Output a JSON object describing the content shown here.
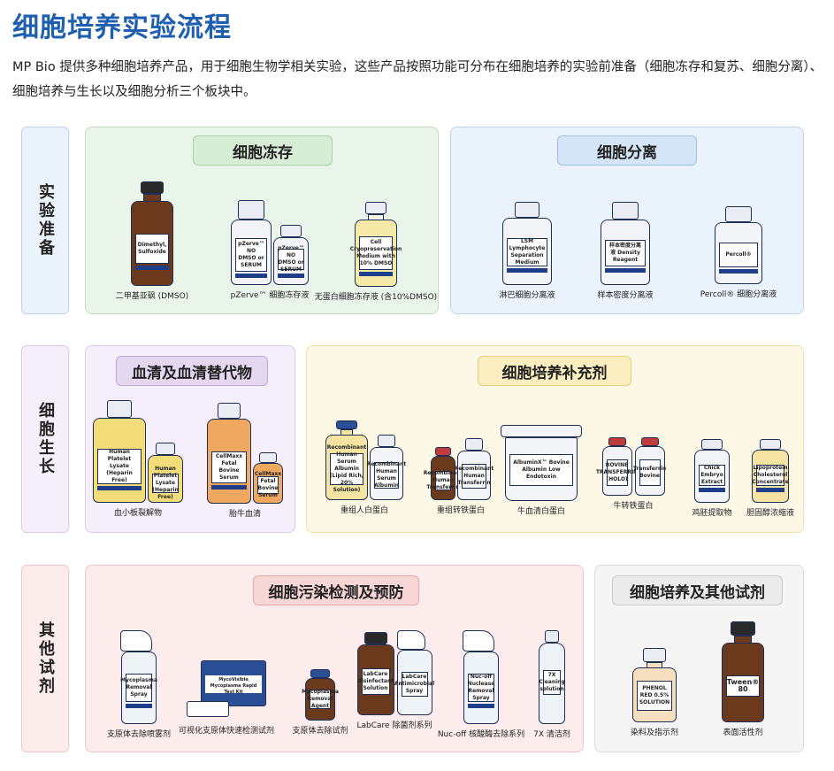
{
  "header": {
    "title": "细胞培养实验流程",
    "intro": "MP Bio 提供多种细胞培养产品，用于细胞生物学相关实验，这些产品按照功能可分布在细胞培养的实验前准备（细胞冻存和复苏、细胞分离）、细胞培养与生长以及细胞分析三个板块中。"
  },
  "rows": {
    "prep": "实验准备",
    "growth": "细胞生长",
    "other": "其他试剂"
  },
  "colors": {
    "green_bg": "#eaf5ea",
    "green_border": "#bfdcbf",
    "blue_bg": "#eaf2fb",
    "blue_border": "#bcd4ef",
    "purple_bg": "#f4effa",
    "purple_border": "#d8cbe8",
    "yellow_bg": "#fdf8e6",
    "yellow_border": "#efe1a8",
    "pink_bg": "#fcecec",
    "pink_border": "#f1c6c6",
    "gray_bg": "#f5f5f5",
    "gray_border": "#dcdcdc"
  },
  "sections": {
    "freeze": {
      "title": "细胞冻存",
      "products": [
        {
          "caption": "二甲基亚砜 (DMSO)",
          "label": "Dimethyl, Sulfoxide"
        },
        {
          "caption": "pZerve™ 细胞冻存液",
          "label": "pZerve™ NO DMSO or SERUM",
          "label2": "pZerve™ NO DMSO or SERUM"
        },
        {
          "caption": "无蛋白细胞冻存液 (含10%DMSO)",
          "label": "Cell Cryopreservation Medium with 10% DMSO"
        }
      ]
    },
    "separation": {
      "title": "细胞分离",
      "products": [
        {
          "caption": "淋巴细胞分离液",
          "label": "LSM Lymphocyte Separation Medium"
        },
        {
          "caption": "样本密度分离液",
          "label": "样本密度分离液 Density Reagent"
        },
        {
          "caption": "Percoll® 细胞分离液",
          "label": "Percoll®"
        }
      ]
    },
    "serum": {
      "title": "血清及血清替代物",
      "products": [
        {
          "caption": "血小板裂解物",
          "label": "Human Platelet Lysate (Heparin Free)",
          "label2": "Human Platelet Lysate (Heparin Free)"
        },
        {
          "caption": "胎牛血清",
          "label": "CellMaxx Fetal Bovine Serum",
          "label2": "CellMaxx Fetal Bovine Serum"
        }
      ]
    },
    "supplement": {
      "title": "细胞培养补充剂",
      "products": [
        {
          "caption": "重组人白蛋白",
          "label": "Recombinant Human Serum Albumin (Lipid Rich, 20% Solution)",
          "label2": "Recombinant Human Serum Albumin"
        },
        {
          "caption": "重组转铁蛋白",
          "label": "Recombinant Human Transferrin",
          "label2": "Recombinant Human Transferrin"
        },
        {
          "caption": "牛血清白蛋白",
          "label": "AlbuminX™ Bovine Albumin Low Endotoxin"
        },
        {
          "caption": "牛转铁蛋白",
          "label": "BOVINE TRANSFERRIN (HOLO)",
          "label2": "Transferrin Bovine"
        },
        {
          "caption": "鸡胚提取物",
          "label": "Chick Embryo Extract"
        },
        {
          "caption": "胆固醇浓缩液",
          "label": "Lipoprotein Cholesterol Concentrate"
        }
      ]
    },
    "contamination": {
      "title": "细胞污染检测及预防",
      "products": [
        {
          "caption": "支原体去除喷雾剂",
          "label": "Mycoplasma Removal Spray"
        },
        {
          "caption": "可视化支原体快速检测试剂",
          "label": "MycoVisible Mycoplasma Rapid Test Kit"
        },
        {
          "caption": "支原体去除试剂",
          "label": "Mycoplasma Removal Agent"
        },
        {
          "caption": "LabCare 除菌剂系列",
          "label": "LabCare Disinfectant Solution",
          "label2": "LabCare Antimicrobial Spray"
        },
        {
          "caption": "Nuc-off 核酸酶去除系列",
          "label": "Nuc-off Nuclease Removal Spray"
        },
        {
          "caption": "7X 清洁剂",
          "label": "7X Cleaning solution"
        }
      ]
    },
    "reagents": {
      "title": "细胞培养及其他试剂",
      "products": [
        {
          "caption": "染料及指示剂",
          "label": "PHENOL RED 0.5% SOLUTION"
        },
        {
          "caption": "表面活性剂",
          "label": "Tween® 80"
        }
      ]
    }
  }
}
